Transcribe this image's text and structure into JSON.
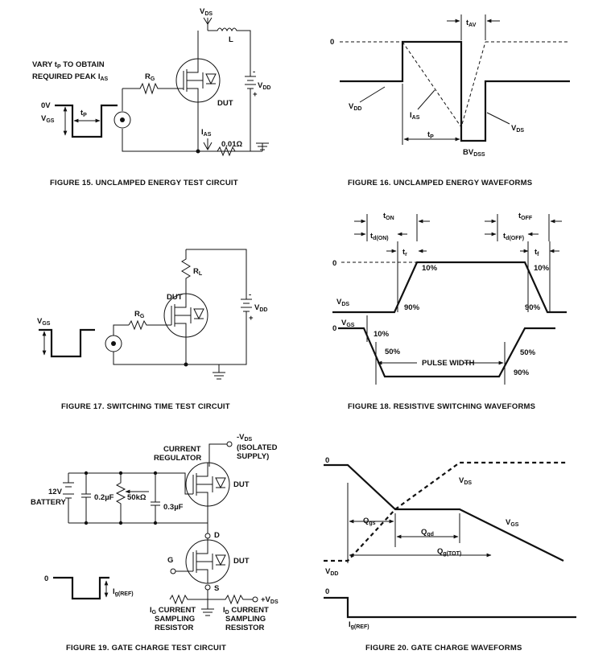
{
  "fig15": {
    "caption": "FIGURE 15.  UNCLAMPED ENERGY TEST CIRCUIT",
    "vds": "V",
    "vds_sub": "DS",
    "l": "L",
    "vary_line1": "VARY t",
    "vary_sub": "P",
    "vary_line1b": " TO OBTAIN",
    "vary_line2": "REQUIRED PEAK I",
    "vary_line2_sub": "AS",
    "rg": "R",
    "rg_sub": "G",
    "vdd": "V",
    "vdd_sub": "DD",
    "dut": "DUT",
    "zero_v": "0V",
    "vgs": "V",
    "vgs_sub": "GS",
    "tp": "t",
    "tp_sub": "P",
    "ias": "I",
    "ias_sub": "AS",
    "shunt": "0.01Ω"
  },
  "fig16": {
    "caption": "FIGURE 16.  UNCLAMPED ENERGY WAVEFORMS",
    "tav": "t",
    "tav_sub": "AV",
    "zero": "0",
    "vdd": "V",
    "vdd_sub": "DD",
    "ias": "I",
    "ias_sub": "AS",
    "vds": "V",
    "vds_sub": "DS",
    "tp": "t",
    "tp_sub": "P",
    "bvdss": "BV",
    "bvdss_sub": "DSS"
  },
  "fig17": {
    "caption": "FIGURE 17.  SWITCHING TIME TEST CIRCUIT",
    "rl": "R",
    "rl_sub": "L",
    "dut": "DUT",
    "rg": "R",
    "rg_sub": "G",
    "vdd": "V",
    "vdd_sub": "DD",
    "vgs": "V",
    "vgs_sub": "GS"
  },
  "fig18": {
    "caption": "FIGURE 18.  RESISTIVE SWITCHING WAVEFORMS",
    "ton": "t",
    "ton_sub": "ON",
    "toff": "t",
    "toff_sub": "OFF",
    "tdon": "t",
    "tdon_sub": "d(ON)",
    "tdoff": "t",
    "tdoff_sub": "d(OFF)",
    "tr": "t",
    "tr_sub": "r",
    "tf": "t",
    "tf_sub": "f",
    "zero1": "0",
    "ten_a": "10%",
    "ten_b": "10%",
    "vds": "V",
    "vds_sub": "DS",
    "ninety_a": "90%",
    "ninety_b": "90%",
    "zero2": "0",
    "vgs": "V",
    "vgs_sub": "GS",
    "ten_c": "10%",
    "fifty_a": "50%",
    "fifty_b": "50%",
    "pulse_width": "PULSE WIDTH",
    "ninety_c": "90%"
  },
  "fig19": {
    "caption": "FIGURE 19.  GATE CHARGE TEST CIRCUIT",
    "neg_vds": "-V",
    "neg_vds_sub": "DS",
    "isolated1": "(ISOLATED",
    "isolated2": "SUPPLY)",
    "current1": "CURRENT",
    "regulator": "REGULATOR",
    "dut_top": "DUT",
    "battery_v": "12V",
    "battery": "BATTERY",
    "cap1": "0.2µF",
    "pot": "50kΩ",
    "cap2": "0.3µF",
    "d": "D",
    "g": "G",
    "dut_bot": "DUT",
    "s": "S",
    "zero": "0",
    "igref": "I",
    "igref_sub": "g(REF)",
    "pos_vds": "+V",
    "pos_vds_sub": "DS",
    "ig_cur": "I",
    "ig_cur_sub": "G",
    "ig_cur_rest": " CURRENT",
    "ig_line2": "SAMPLING",
    "ig_line3": "RESISTOR",
    "id_cur": "I",
    "id_cur_sub": "D",
    "id_cur_rest": " CURRENT",
    "id_line2": "SAMPLING",
    "id_line3": "RESISTOR"
  },
  "fig20": {
    "caption": "FIGURE 20.  GATE CHARGE WAVEFORMS",
    "zero1": "0",
    "vds": "V",
    "vds_sub": "DS",
    "vgs": "V",
    "vgs_sub": "GS",
    "qgs": "Q",
    "qgs_sub": "gs",
    "qgd": "Q",
    "qgd_sub": "gd",
    "qgtot": "Q",
    "qgtot_sub": "g(TOT)",
    "vdd": "V",
    "vdd_sub": "DD",
    "zero2": "0",
    "igref": "I",
    "igref_sub": "g(REF)"
  }
}
